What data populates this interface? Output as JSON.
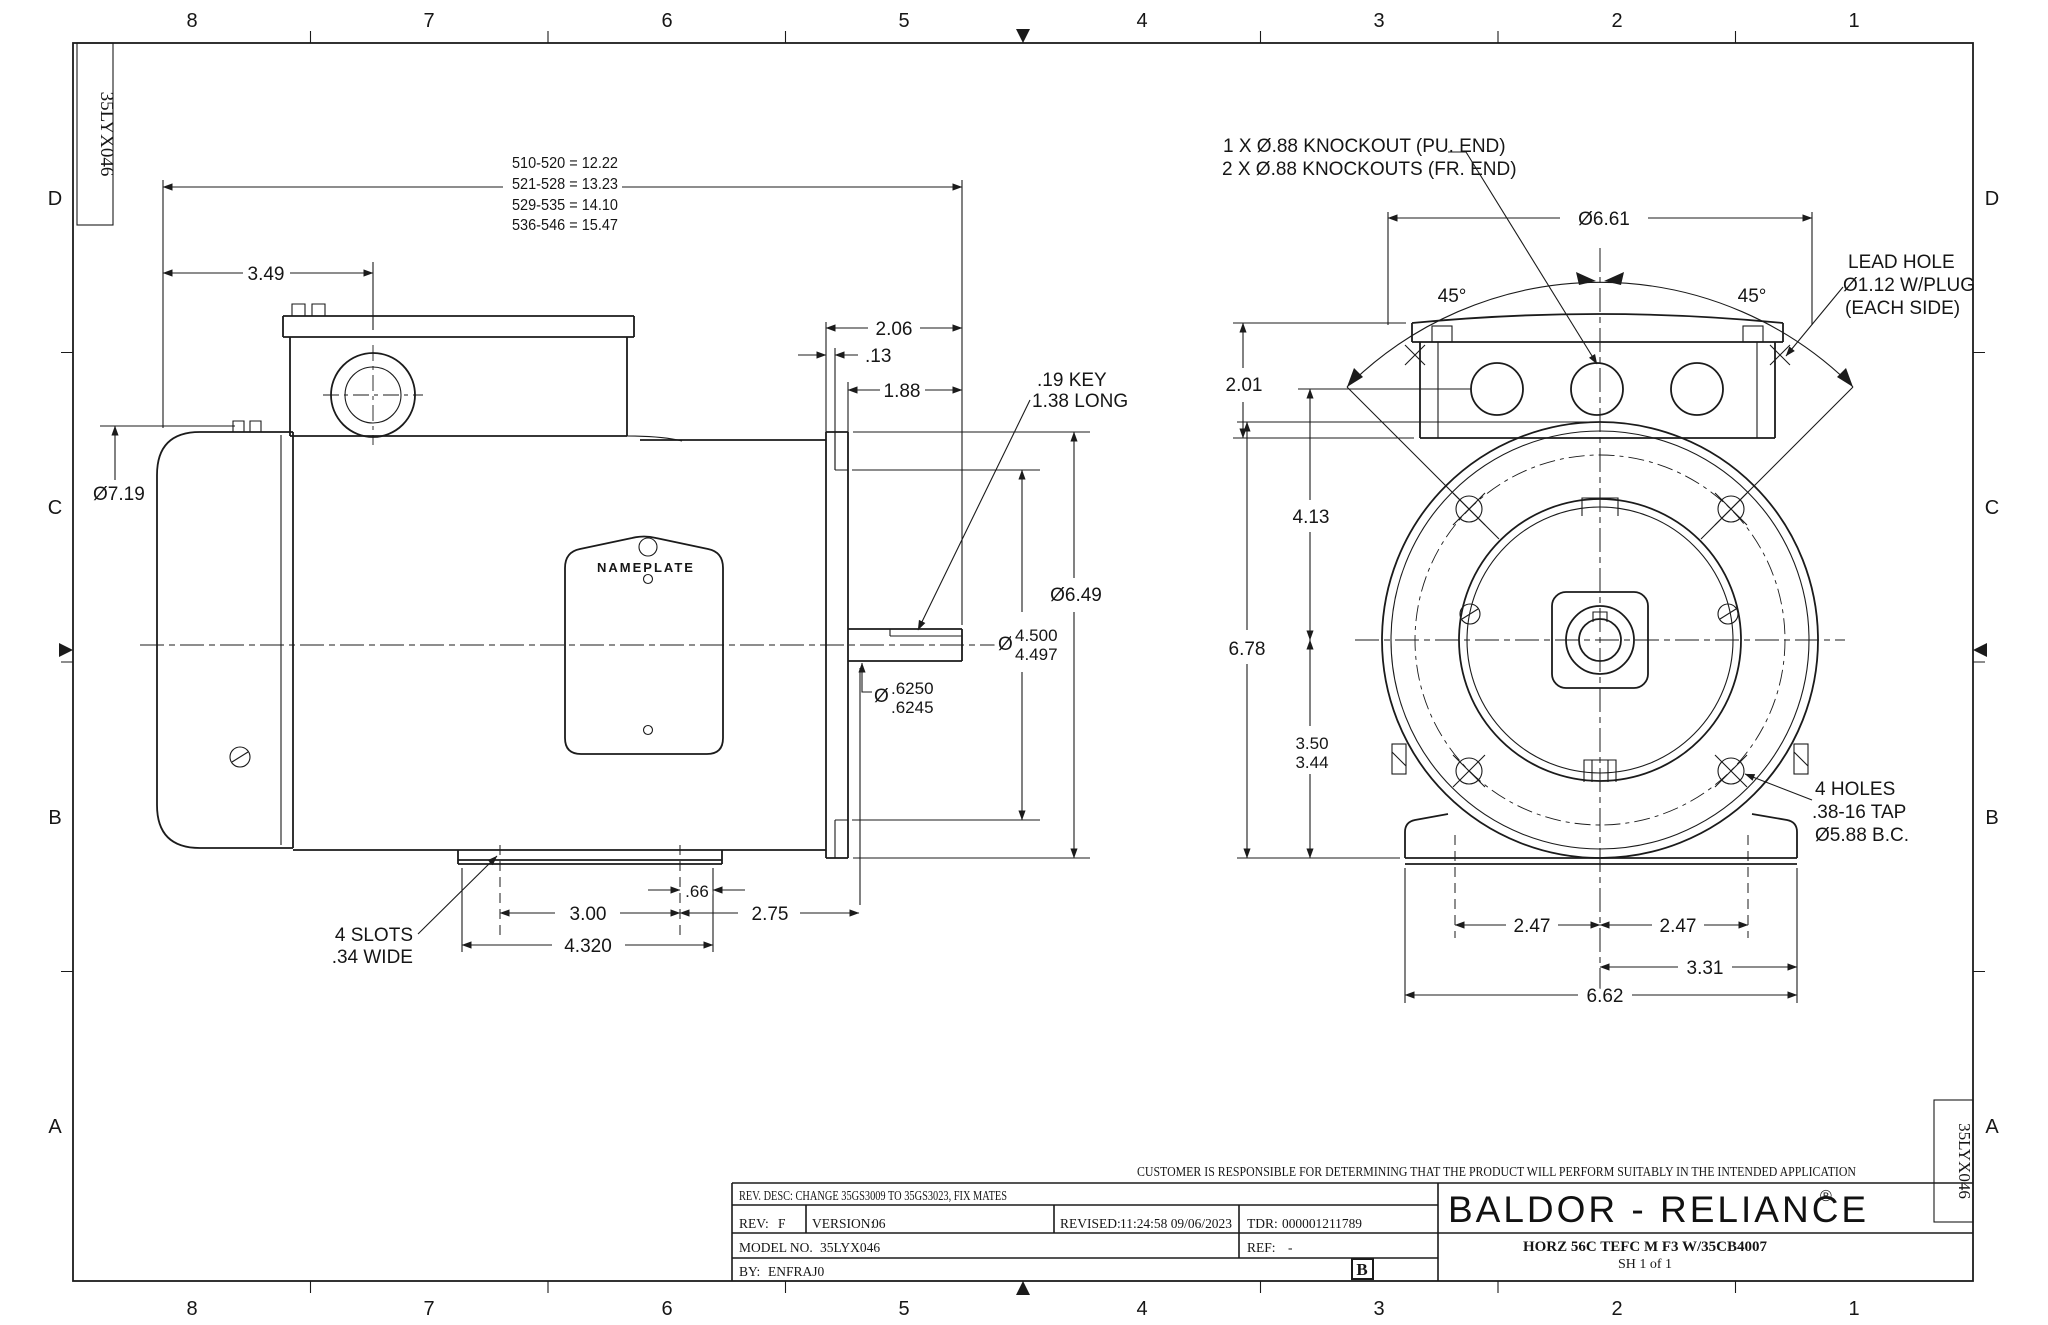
{
  "sheet": {
    "zones_h": [
      "8",
      "7",
      "6",
      "5",
      "4",
      "3",
      "2",
      "1"
    ],
    "zones_v": [
      "D",
      "C",
      "B",
      "A"
    ],
    "margin_label": "35LYX046"
  },
  "side_view": {
    "length_table": [
      "510-520 = 12.22",
      "521-528 = 13.23",
      "529-535 = 14.10",
      "536-546 = 15.47"
    ],
    "nameplate_label": "NAMEPLATE",
    "dims": {
      "overall_width": "3.49",
      "frame_dia": "Ø7.19",
      "shaft_ext": "2.06",
      "flange_step": ".13",
      "shaft_len": "1.88",
      "key_note_1": ".19 KEY",
      "key_note_2": "1.38 LONG",
      "flange_dia": "Ø6.49",
      "phi": "Ø",
      "rabbet_upper": "4.500",
      "rabbet_lower": "4.497",
      "shaft_upper": ".6250",
      "shaft_lower": ".6245",
      "slots_note_1": "4 SLOTS",
      "slots_note_2": ".34 WIDE",
      "foot_span": "3.00",
      "foot_offset": ".66",
      "foot_to_face": "2.75",
      "foot_length": "4.320"
    }
  },
  "front_view": {
    "knockout_note_1": "1 X Ø.88 KNOCKOUT (PU. END)",
    "knockout_note_2": "2 X Ø.88 KNOCKOUTS (FR. END)",
    "box_width": "Ø6.61",
    "lead_hole_note_1": "LEAD HOLE",
    "lead_hole_note_2": "Ø1.12 W/PLUG",
    "lead_hole_note_3": "(EACH SIDE)",
    "angle_left": "45°",
    "angle_right": "45°",
    "box_height": "2.01",
    "center_to_leads": "4.13",
    "overall_height": "6.78",
    "cl_to_base_upper": "3.50",
    "cl_to_base_lower": "3.44",
    "holes_note_1": "4 HOLES",
    "holes_note_2": ".38-16 TAP",
    "holes_note_3": "Ø5.88 B.C.",
    "foot_left": "2.47",
    "foot_right": "2.47",
    "foot_to_edge": "3.31",
    "base_width": "6.62"
  },
  "title_block": {
    "disclaimer": "CUSTOMER IS RESPONSIBLE FOR DETERMINING THAT THE PRODUCT WILL PERFORM SUITABLY IN THE INTENDED APPLICATION",
    "rev_desc": "REV. DESC: CHANGE 35GS3009 TO 35GS3023, FIX MATES",
    "rev_label": "REV:",
    "rev_value": "F",
    "version_label": "VERSION:",
    "version_value": "06",
    "revised_label": "REVISED:",
    "revised_value": "11:24:58 09/06/2023",
    "tdr_label": "TDR:",
    "tdr_value": "000001211789",
    "model_label": "MODEL NO.",
    "model_value": "35LYX046",
    "ref_label": "REF:",
    "ref_value": "-",
    "by_label": "BY:",
    "by_value": "ENFRAJ0",
    "size_letter": "B",
    "brand": "BALDOR - RELIANCE",
    "brand_reg": "®",
    "description": "HORZ 56C TEFC M F3 W/35CB4007",
    "sheet_label": "SH 1 of 1"
  }
}
